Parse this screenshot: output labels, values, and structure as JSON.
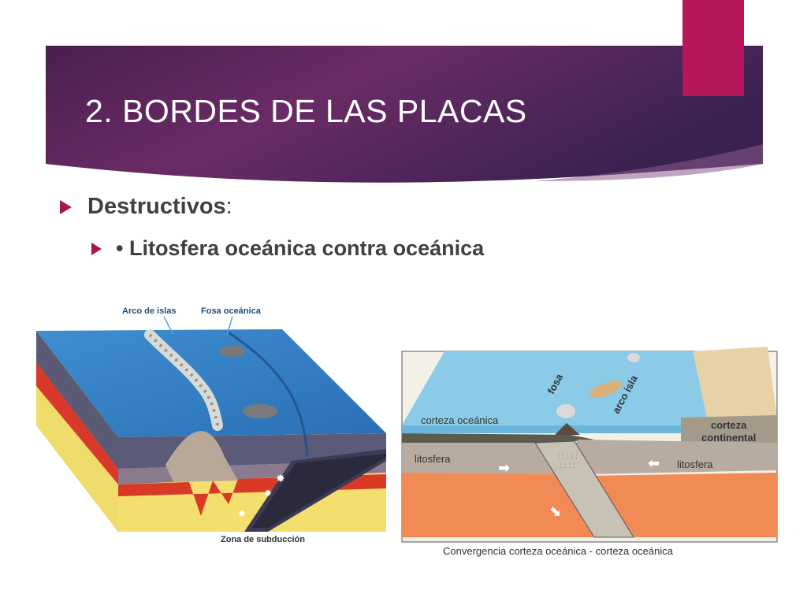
{
  "slide": {
    "title": "2. BORDES DE LAS PLACAS",
    "bullets": [
      {
        "text": "Destructivos",
        "suffix": ":"
      },
      {
        "text": "• Litosfera oceánica contra oceánica"
      }
    ]
  },
  "figure_left": {
    "label_island_arc": "Arco de islas",
    "label_trench": "Fosa oceánica",
    "label_subduction_zone": "Zona de subducción"
  },
  "figure_right": {
    "label_trench": "fosa",
    "label_island_arc": "arco isla",
    "label_oceanic_crust": "corteza oceánica",
    "label_continental_crust_1": "corteza",
    "label_continental_crust_2": "continental",
    "label_lithosphere_left": "litosfera",
    "label_lithosphere_right": "litosfera",
    "caption": "Convergencia corteza oceánica - corteza oceánica"
  },
  "colors": {
    "banner_dark": "#3d1c44",
    "banner_light": "#6b2a68",
    "accent": "#b5175a",
    "bullet_marker": "#a5174f",
    "body_text": "#404040"
  }
}
